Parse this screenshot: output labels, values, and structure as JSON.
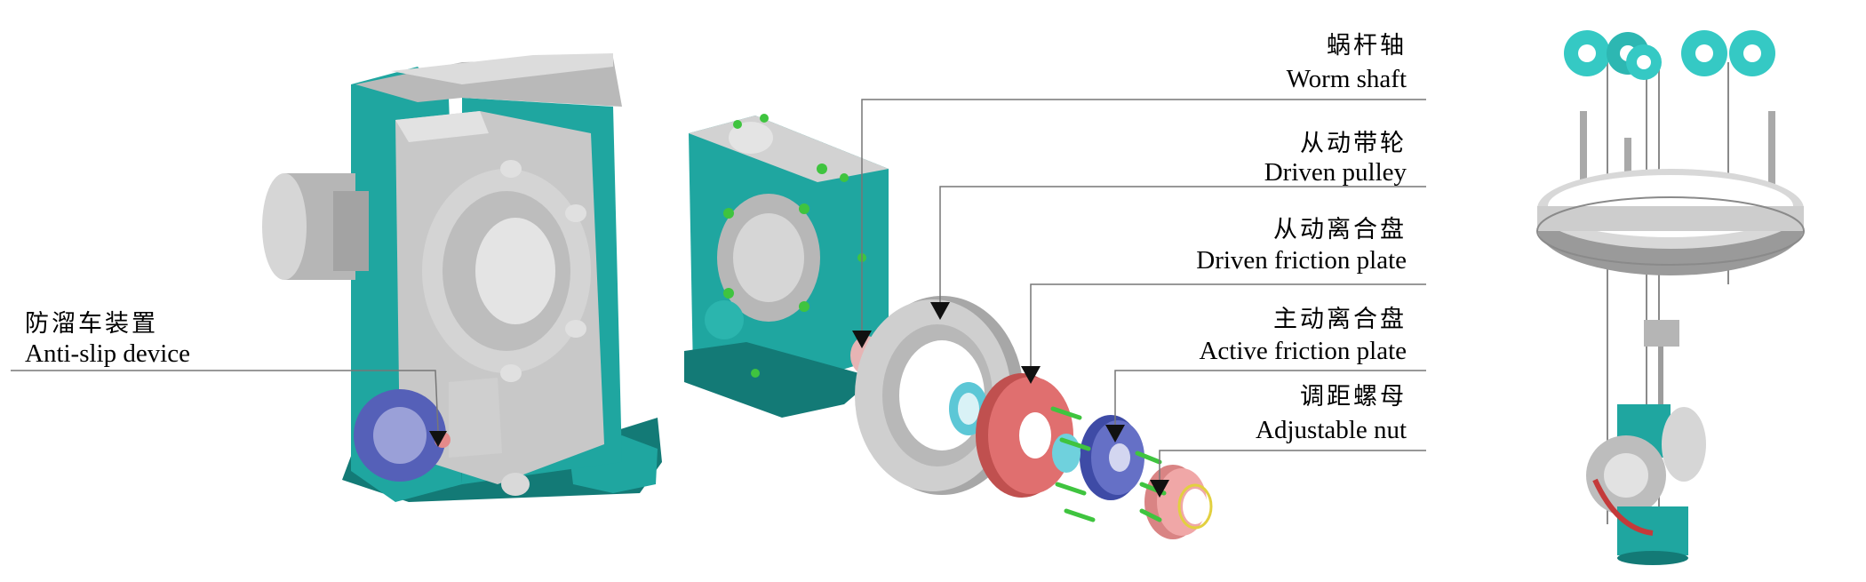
{
  "labels": {
    "worm_shaft": {
      "zh": "蜗杆轴",
      "en": "Worm shaft"
    },
    "driven_pulley": {
      "zh": "从动带轮",
      "en": "Driven pulley"
    },
    "driven_friction_plate": {
      "zh": "从动离合盘",
      "en": "Driven friction plate"
    },
    "active_friction_plate": {
      "zh": "主动离合盘",
      "en": "Active friction plate"
    },
    "adjustable_nut": {
      "zh": "调距螺母",
      "en": "Adjustable nut"
    },
    "anti_slip_device": {
      "zh": "防溜车装置",
      "en": "Anti-slip device"
    }
  },
  "colors": {
    "teal": "#1fa6a0",
    "teal_dark": "#137a76",
    "gray": "#c9c9c9",
    "gray_dark": "#8c8c8c",
    "blue_part": "#5560b8",
    "pink_part": "#e58a8a",
    "green_bolt": "#3fc43f",
    "cyan_wheel": "#35c9c4"
  }
}
